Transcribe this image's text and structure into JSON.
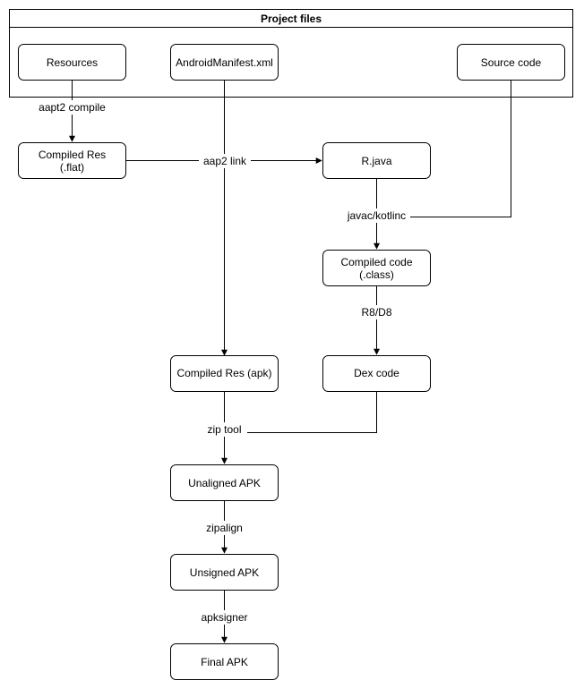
{
  "title": "Project files",
  "nodes": {
    "resources": "Resources",
    "manifest": "AndroidManifest.xml",
    "source_code": "Source code",
    "compiled_res_flat": [
      "Compiled Res",
      "(.flat)"
    ],
    "r_java": "R.java",
    "compiled_code": [
      "Compiled code",
      "(.class)"
    ],
    "compiled_res_apk": "Compiled Res (apk)",
    "dex_code": "Dex code",
    "unaligned_apk": "Unaligned APK",
    "unsigned_apk": "Unsigned APK",
    "final_apk": "Final APK"
  },
  "edge_labels": {
    "aapt2_compile": "aapt2 compile",
    "aap2_link": "aap2 link",
    "javac_kotlinc": "javac/kotlinc",
    "r8_d8": "R8/D8",
    "zip_tool": "zip tool",
    "zipalign": "zipalign",
    "apksigner": "apksigner"
  },
  "colors": {
    "stroke": "#000000",
    "fill": "#ffffff",
    "text": "#000000"
  }
}
